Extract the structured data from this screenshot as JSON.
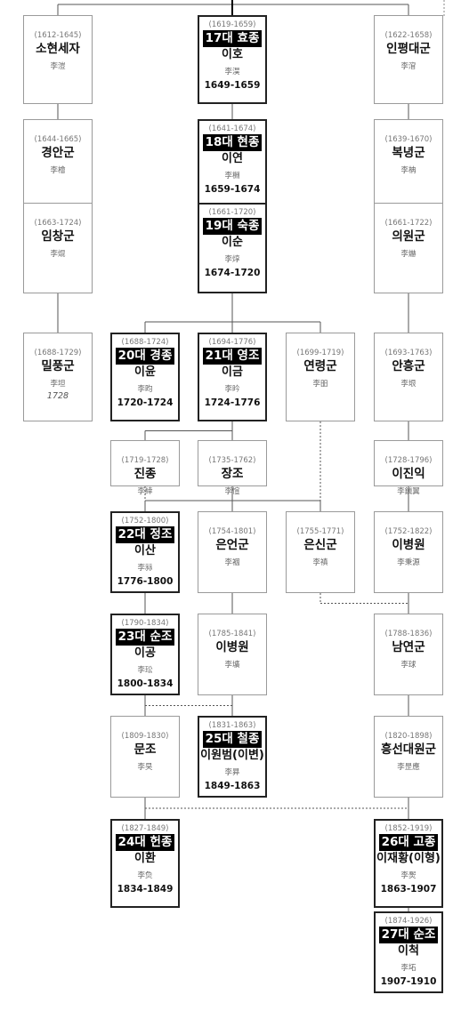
{
  "nodes": [
    {
      "id": "sohyeon",
      "years": "(1612-1645)",
      "name": "소현세자",
      "hanja": "李溰"
    },
    {
      "id": "hyojong",
      "years": "(1619-1659)",
      "title": "17대 효종",
      "name": "이호",
      "hanja": "李淏",
      "reign": "1649-1659"
    },
    {
      "id": "inpyeong",
      "years": "(1622-1658)",
      "name": "인평대군",
      "hanja": "李㴭"
    },
    {
      "id": "gyeongan",
      "years": "(1644-1665)",
      "name": "경안군",
      "hanja": "李檜"
    },
    {
      "id": "hyeonjong",
      "years": "(1641-1674)",
      "title": "18대 현종",
      "name": "이연",
      "hanja": "李棩",
      "reign": "1659-1674"
    },
    {
      "id": "bongnyeong",
      "years": "(1639-1670)",
      "name": "복녕군",
      "hanja": "李柟"
    },
    {
      "id": "imchang",
      "years": "(1663-1724)",
      "name": "임창군",
      "hanja": "李焜"
    },
    {
      "id": "sukjong",
      "years": "(1661-1720)",
      "title": "19대 숙종",
      "name": "이순",
      "hanja": "李焞",
      "reign": "1674-1720"
    },
    {
      "id": "uiwon",
      "years": "(1661-1722)",
      "name": "의원군",
      "hanja": "李爀"
    },
    {
      "id": "milpung",
      "years": "(1688-1729)",
      "name": "밀풍군",
      "hanja": "李坦",
      "note": "1728"
    },
    {
      "id": "gyeongjong",
      "years": "(1688-1724)",
      "title": "20대 경종",
      "name": "이윤",
      "hanja": "李昀",
      "reign": "1720-1724"
    },
    {
      "id": "yeongjo",
      "years": "(1694-1776)",
      "title": "21대 영조",
      "name": "이금",
      "hanja": "李昑",
      "reign": "1724-1776"
    },
    {
      "id": "yeollyeong",
      "years": "(1699-1719)",
      "name": "연령군",
      "hanja": "李昍"
    },
    {
      "id": "anheung",
      "years": "(1693-1763)",
      "name": "안흥군",
      "hanja": "李垠"
    },
    {
      "id": "jinjong",
      "years": "(1719-1728)",
      "name": "진종",
      "hanja": "李緈"
    },
    {
      "id": "jangjo",
      "years": "(1735-1762)",
      "name": "장조",
      "hanja": "李愃"
    },
    {
      "id": "ijinik",
      "years": "(1728-1796)",
      "name": "이진익",
      "hanja": "李鎭翼"
    },
    {
      "id": "jeongjo",
      "years": "(1752-1800)",
      "title": "22대 정조",
      "name": "이산",
      "hanja": "李祘",
      "reign": "1776-1800"
    },
    {
      "id": "euneon",
      "years": "(1754-1801)",
      "name": "은언군",
      "hanja": "李裀"
    },
    {
      "id": "eunsin",
      "years": "(1755-1771)",
      "name": "은신군",
      "hanja": "李禛"
    },
    {
      "id": "ibyeongwon1",
      "years": "(1752-1822)",
      "name": "이병원",
      "hanja": "李秉源"
    },
    {
      "id": "sunjo",
      "years": "(1790-1834)",
      "title": "23대 순조",
      "name": "이공",
      "hanja": "李玜",
      "reign": "1800-1834"
    },
    {
      "id": "ibyeongwon2",
      "years": "(1785-1841)",
      "name": "이병원",
      "hanja": "李壙"
    },
    {
      "id": "namyeon",
      "years": "(1788-1836)",
      "name": "남연군",
      "hanja": "李球"
    },
    {
      "id": "munjo",
      "years": "(1809-1830)",
      "name": "문조",
      "hanja": "李旲"
    },
    {
      "id": "cheoljong",
      "years": "(1831-1863)",
      "title": "25대 철종",
      "name": "이원범(이변)",
      "hanja": "李昪",
      "reign": "1849-1863"
    },
    {
      "id": "heungseon",
      "years": "(1820-1898)",
      "name": "흥선대원군",
      "hanja": "李昰應"
    },
    {
      "id": "heonjong",
      "years": "(1827-1849)",
      "title": "24대 헌종",
      "name": "이환",
      "hanja": "李烉",
      "reign": "1834-1849"
    },
    {
      "id": "gojong",
      "years": "(1852-1919)",
      "title": "26대 고종",
      "name": "이재황(이형)",
      "hanja": "李㷩",
      "reign": "1863-1907"
    },
    {
      "id": "sunjong",
      "years": "(1874-1926)",
      "title": "27대 순조",
      "name": "이척",
      "hanja": "李坧",
      "reign": "1907-1910"
    }
  ],
  "edges": [
    {
      "from": "hyojong",
      "to": "hyeonjong",
      "style": "solid"
    },
    {
      "from": "hyeonjong",
      "to": "sukjong",
      "style": "solid"
    },
    {
      "from": "sukjong",
      "to": "gyeongjong",
      "style": "solid"
    },
    {
      "from": "sukjong",
      "to": "yeongjo",
      "style": "solid"
    },
    {
      "from": "sukjong",
      "to": "yeollyeong",
      "style": "solid"
    },
    {
      "from": "yeongjo",
      "to": "jinjong",
      "style": "solid"
    },
    {
      "from": "yeongjo",
      "to": "jangjo",
      "style": "solid"
    },
    {
      "from": "jinjong",
      "to": "jeongjo",
      "style": "dashed"
    },
    {
      "from": "jangjo",
      "to": "jeongjo",
      "style": "solid"
    },
    {
      "from": "jangjo",
      "to": "euneon",
      "style": "solid"
    },
    {
      "from": "jangjo",
      "to": "eunsin",
      "style": "solid"
    },
    {
      "from": "yeollyeong",
      "to": "eunsin",
      "style": "dashed"
    },
    {
      "from": "eunsin",
      "to": "namyeon",
      "style": "dashed"
    },
    {
      "from": "jeongjo",
      "to": "sunjo",
      "style": "solid"
    },
    {
      "from": "sunjo",
      "to": "munjo",
      "style": "solid"
    },
    {
      "from": "sunjo",
      "to": "cheoljong",
      "style": "dashed"
    },
    {
      "from": "euneon",
      "to": "ibyeongwon2",
      "style": "solid"
    },
    {
      "from": "ibyeongwon2",
      "to": "cheoljong",
      "style": "solid"
    },
    {
      "from": "munjo",
      "to": "heonjong",
      "style": "solid"
    },
    {
      "from": "munjo",
      "to": "gojong",
      "style": "dashed"
    },
    {
      "from": "inpyeong",
      "to": "bongnyeong",
      "style": "solid"
    },
    {
      "from": "bongnyeong",
      "to": "uiwon",
      "style": "solid"
    },
    {
      "from": "uiwon",
      "to": "anheung",
      "style": "solid"
    },
    {
      "from": "anheung",
      "to": "ijinik",
      "style": "solid"
    },
    {
      "from": "ijinik",
      "to": "ibyeongwon1",
      "style": "solid"
    },
    {
      "from": "ibyeongwon1",
      "to": "namyeon",
      "style": "solid"
    },
    {
      "from": "namyeon",
      "to": "heungseon",
      "style": "solid"
    },
    {
      "from": "heungseon",
      "to": "gojong",
      "style": "solid"
    },
    {
      "from": "gojong",
      "to": "sunjong",
      "style": "solid"
    },
    {
      "from": "sohyeon",
      "to": "gyeongan",
      "style": "solid"
    },
    {
      "from": "gyeongan",
      "to": "imchang",
      "style": "solid"
    },
    {
      "from": "imchang",
      "to": "milpung",
      "style": "solid"
    }
  ]
}
